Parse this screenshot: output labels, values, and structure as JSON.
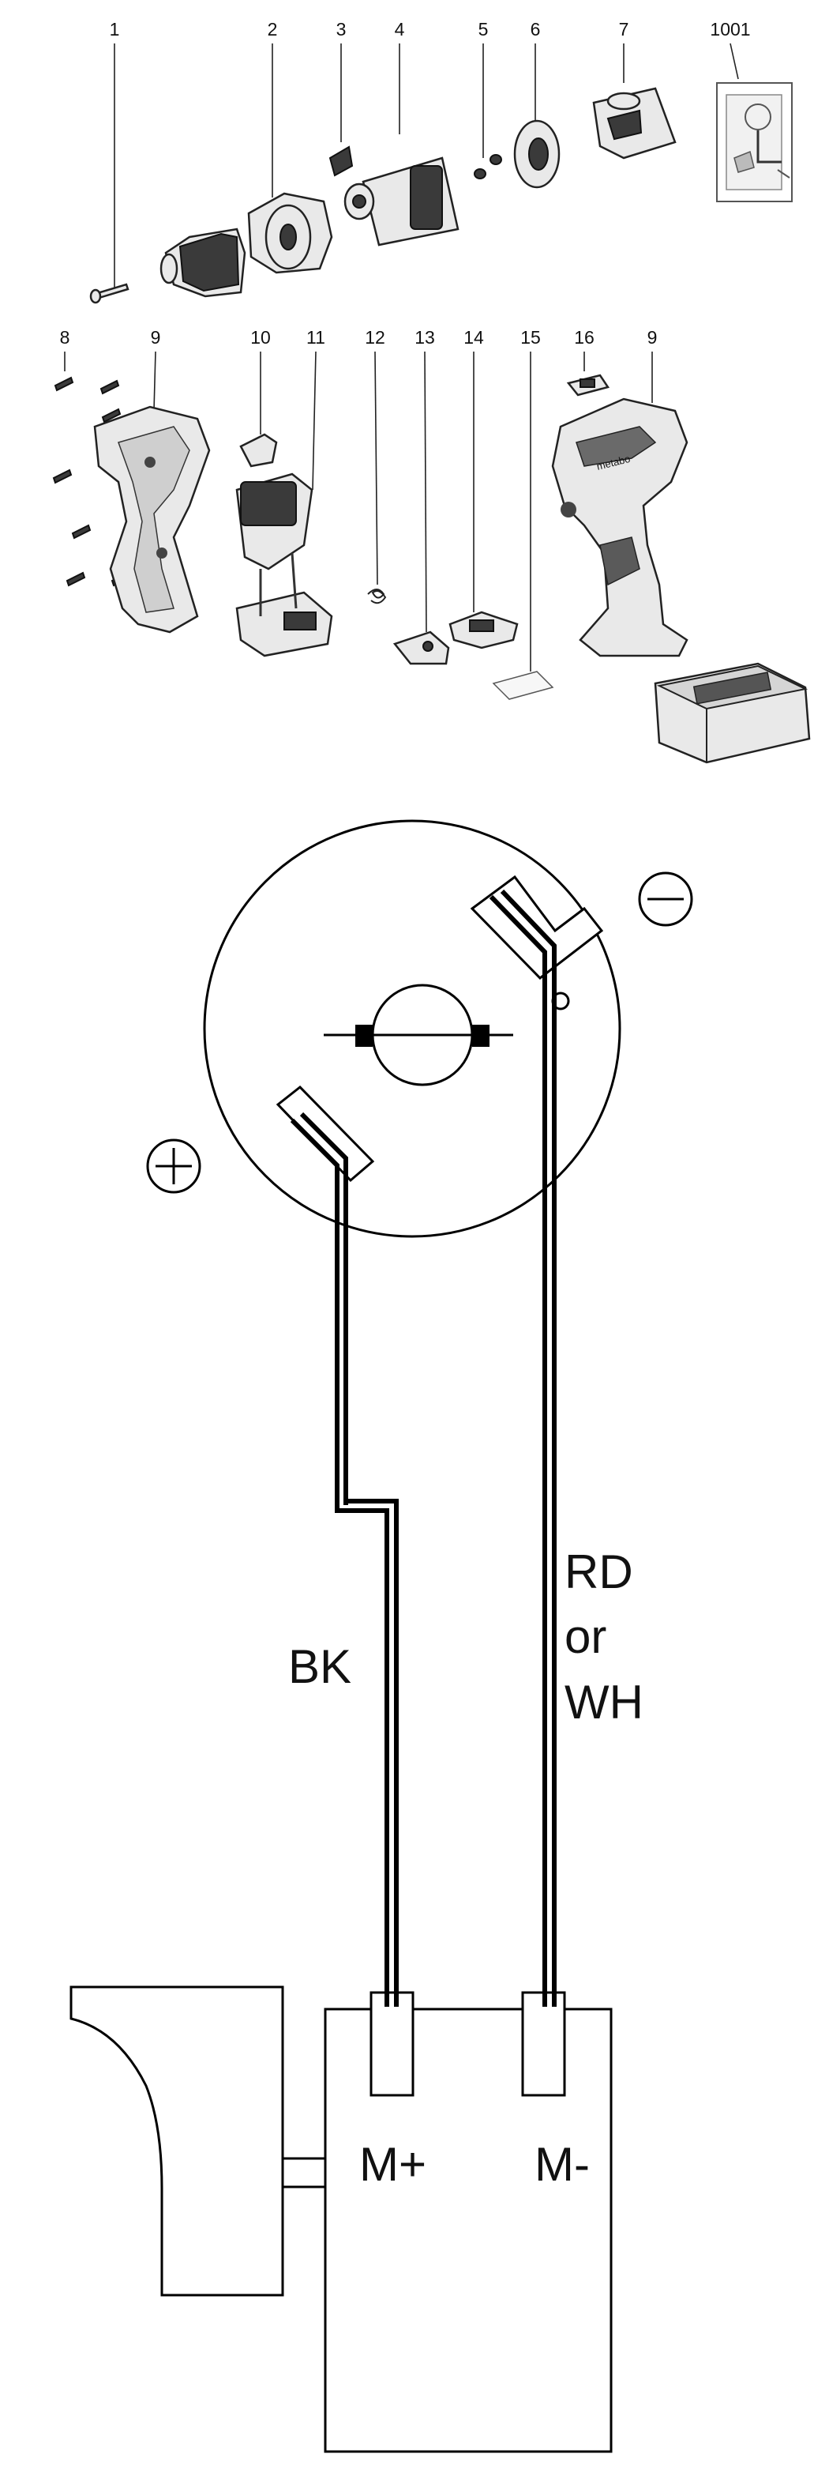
{
  "parts_top": [
    "1",
    "2",
    "3",
    "4",
    "5",
    "6",
    "7",
    "1001"
  ],
  "parts_mid": [
    "8",
    "9",
    "10",
    "11",
    "12",
    "13",
    "14",
    "15",
    "16",
    "9"
  ],
  "handle_logo": "metabo",
  "polarity": {
    "plus": "+",
    "minus": "−"
  },
  "wires": {
    "black": "BK",
    "red_or_white": [
      "RD",
      "or",
      "WH"
    ]
  },
  "terminals": {
    "plus": "M+",
    "minus": "M-"
  }
}
